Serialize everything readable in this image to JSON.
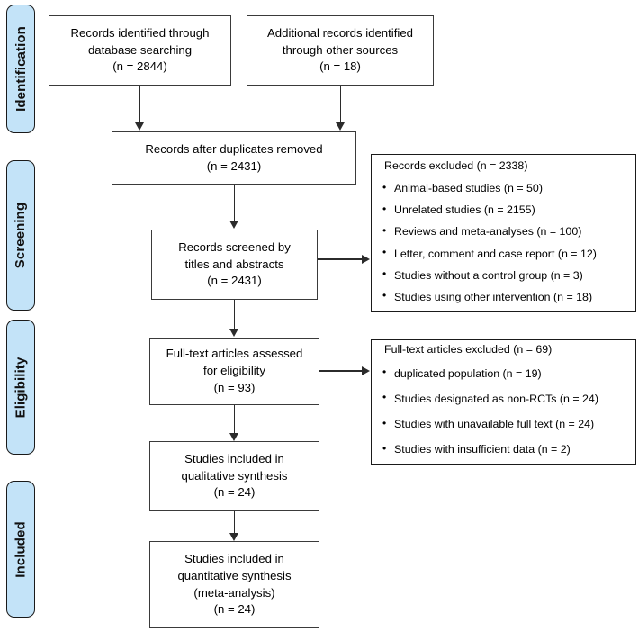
{
  "stages": [
    {
      "label": "Identification"
    },
    {
      "label": "Screening"
    },
    {
      "label": "Eligibility"
    },
    {
      "label": "Included"
    }
  ],
  "boxes": {
    "database_records": {
      "line1": "Records identified through",
      "line2": "database searching",
      "line3": "(n = 2844)"
    },
    "other_records": {
      "line1": "Additional records identified",
      "line2": "through other sources",
      "line3": "(n = 18)"
    },
    "duplicates_removed": {
      "line1": "Records after duplicates removed",
      "line2": "(n = 2431)"
    },
    "records_screened": {
      "line1": "Records screened by",
      "line2": "titles and abstracts",
      "line3": "(n = 2431)"
    },
    "fulltext_assessed": {
      "line1": "Full-text articles assessed",
      "line2": "for eligibility",
      "line3": "(n = 93)"
    },
    "qualitative_synthesis": {
      "line1": "Studies included in",
      "line2": "qualitative synthesis",
      "line3": "(n = 24)"
    },
    "quantitative_synthesis": {
      "line1": "Studies included in",
      "line2": "quantitative synthesis",
      "line3": "(meta-analysis)",
      "line4": "(n = 24)"
    }
  },
  "exclusions": {
    "screening": {
      "heading": "Records excluded (n = 2338)",
      "items": [
        "Animal-based studies (n = 50)",
        "Unrelated studies (n = 2155)",
        "Reviews and meta-analyses (n = 100)",
        "Letter, comment and case report (n = 12)",
        "Studies without a control group (n = 3)",
        "Studies using other intervention (n = 18)"
      ]
    },
    "eligibility": {
      "heading": "Full-text articles excluded (n = 69)",
      "items": [
        "duplicated population (n = 19)",
        "Studies designated as non-RCTs (n = 24)",
        "Studies with unavailable full text (n = 24)",
        "Studies with insufficient data (n = 2)"
      ]
    }
  },
  "colors": {
    "stage_tab_fill": "#c3e3f8",
    "stage_tab_border": "#1a1a1a",
    "box_border": "#3a3a3a",
    "connector": "#2b2b2b",
    "background": "#ffffff"
  }
}
